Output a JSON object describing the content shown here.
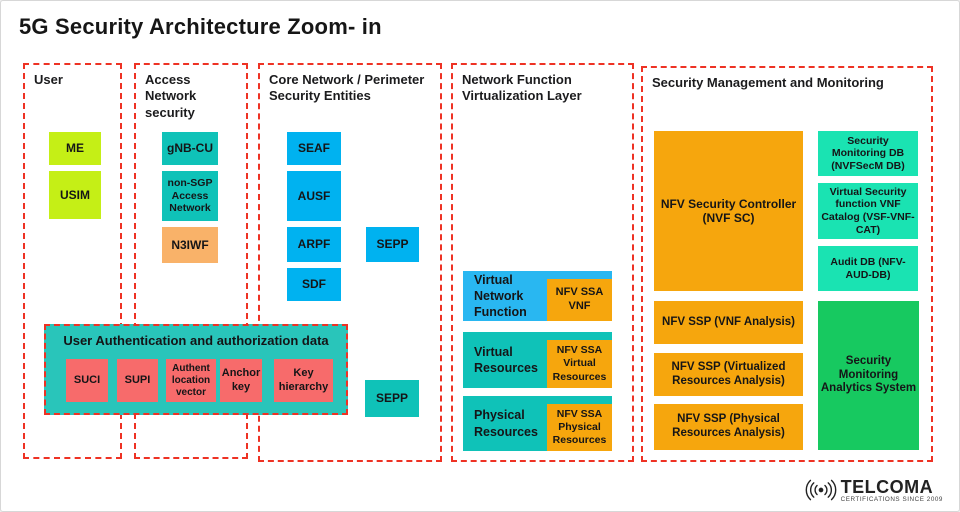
{
  "title": "5G Security Architecture Zoom- in",
  "sections": {
    "user": {
      "label": "User",
      "boxes": {
        "me": "ME",
        "usim": "USIM"
      }
    },
    "access": {
      "label": "Access Network security",
      "boxes": {
        "gnb": "gNB-CU",
        "nonsgp": "non-SGP Access Network",
        "n3iwf": "N3IWF"
      }
    },
    "core": {
      "label": "Core Network / Perimeter Security Entities",
      "boxes": {
        "seaf": "SEAF",
        "ausf": "AUSF",
        "arpf": "ARPF",
        "sdf": "SDF",
        "sepp_blue": "SEPP",
        "sepp_teal": "SEPP"
      }
    },
    "nfv": {
      "label": "Network Function Virtualization Layer",
      "rows": [
        {
          "outer": "Virtual Network Function",
          "inner": "NFV SSA VNF"
        },
        {
          "outer": "Virtual Resources",
          "inner": "NFV SSA Virtual Resources"
        },
        {
          "outer": "Physical Resources",
          "inner": "NFV SSA Physical Resources"
        }
      ]
    },
    "secmgmt": {
      "label": "Security Management and Monitoring",
      "controller": "NFV Security Controller (NVF SC)",
      "dbs": [
        "Security Monitoring DB (NVFSecM DB)",
        "Virtual Security function  VNF Catalog (VSF-VNF-CAT)",
        "Audit DB (NFV-AUD-DB)"
      ],
      "ssp": [
        "NFV SSP (VNF Analysis)",
        "NFV SSP (Virtualized Resources Analysis)",
        "NFV SSP (Physical Resources Analysis)"
      ],
      "analytics": "Security Monitoring Analytics System"
    },
    "auth": {
      "label": "User Authentication and authorization data",
      "boxes": [
        "SUCI",
        "SUPI",
        "Authent location vector",
        "Anchor key",
        "Key hierarchy"
      ]
    }
  },
  "logo": {
    "name": "TELCOMA",
    "tagline": "CERTIFICATIONS SINCE 2009"
  },
  "colors": {
    "red_dash": "#ee3224",
    "lime": "#c5ef16",
    "teal": "#0fc2b8",
    "teal_container": "#29c5ba",
    "sand": "#f9b269",
    "blue": "#00b2f0",
    "blue_light": "#29b7f1",
    "amber": "#f6a60d",
    "mint": "#1ae3b2",
    "green": "#17c960",
    "salmon": "#f76b6b"
  }
}
